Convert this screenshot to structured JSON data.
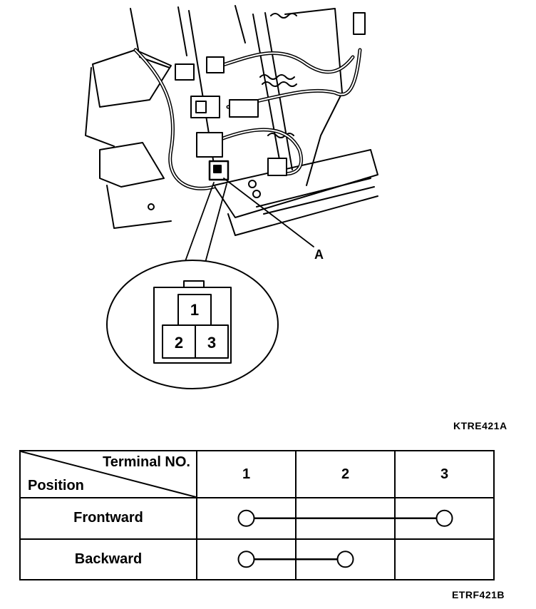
{
  "illustration": {
    "callout_label": "A",
    "connector_pins": [
      "1",
      "2",
      "3"
    ],
    "figure_code": "KTRE421A"
  },
  "table": {
    "header_terminal": "Terminal NO.",
    "header_position": "Position",
    "terminals": [
      "1",
      "2",
      "3"
    ],
    "rows": [
      {
        "label": "Frontward",
        "connected_terminals": [
          1,
          3
        ]
      },
      {
        "label": "Backward",
        "connected_terminals": [
          1,
          2
        ]
      }
    ],
    "figure_code": "ETRF421B"
  }
}
